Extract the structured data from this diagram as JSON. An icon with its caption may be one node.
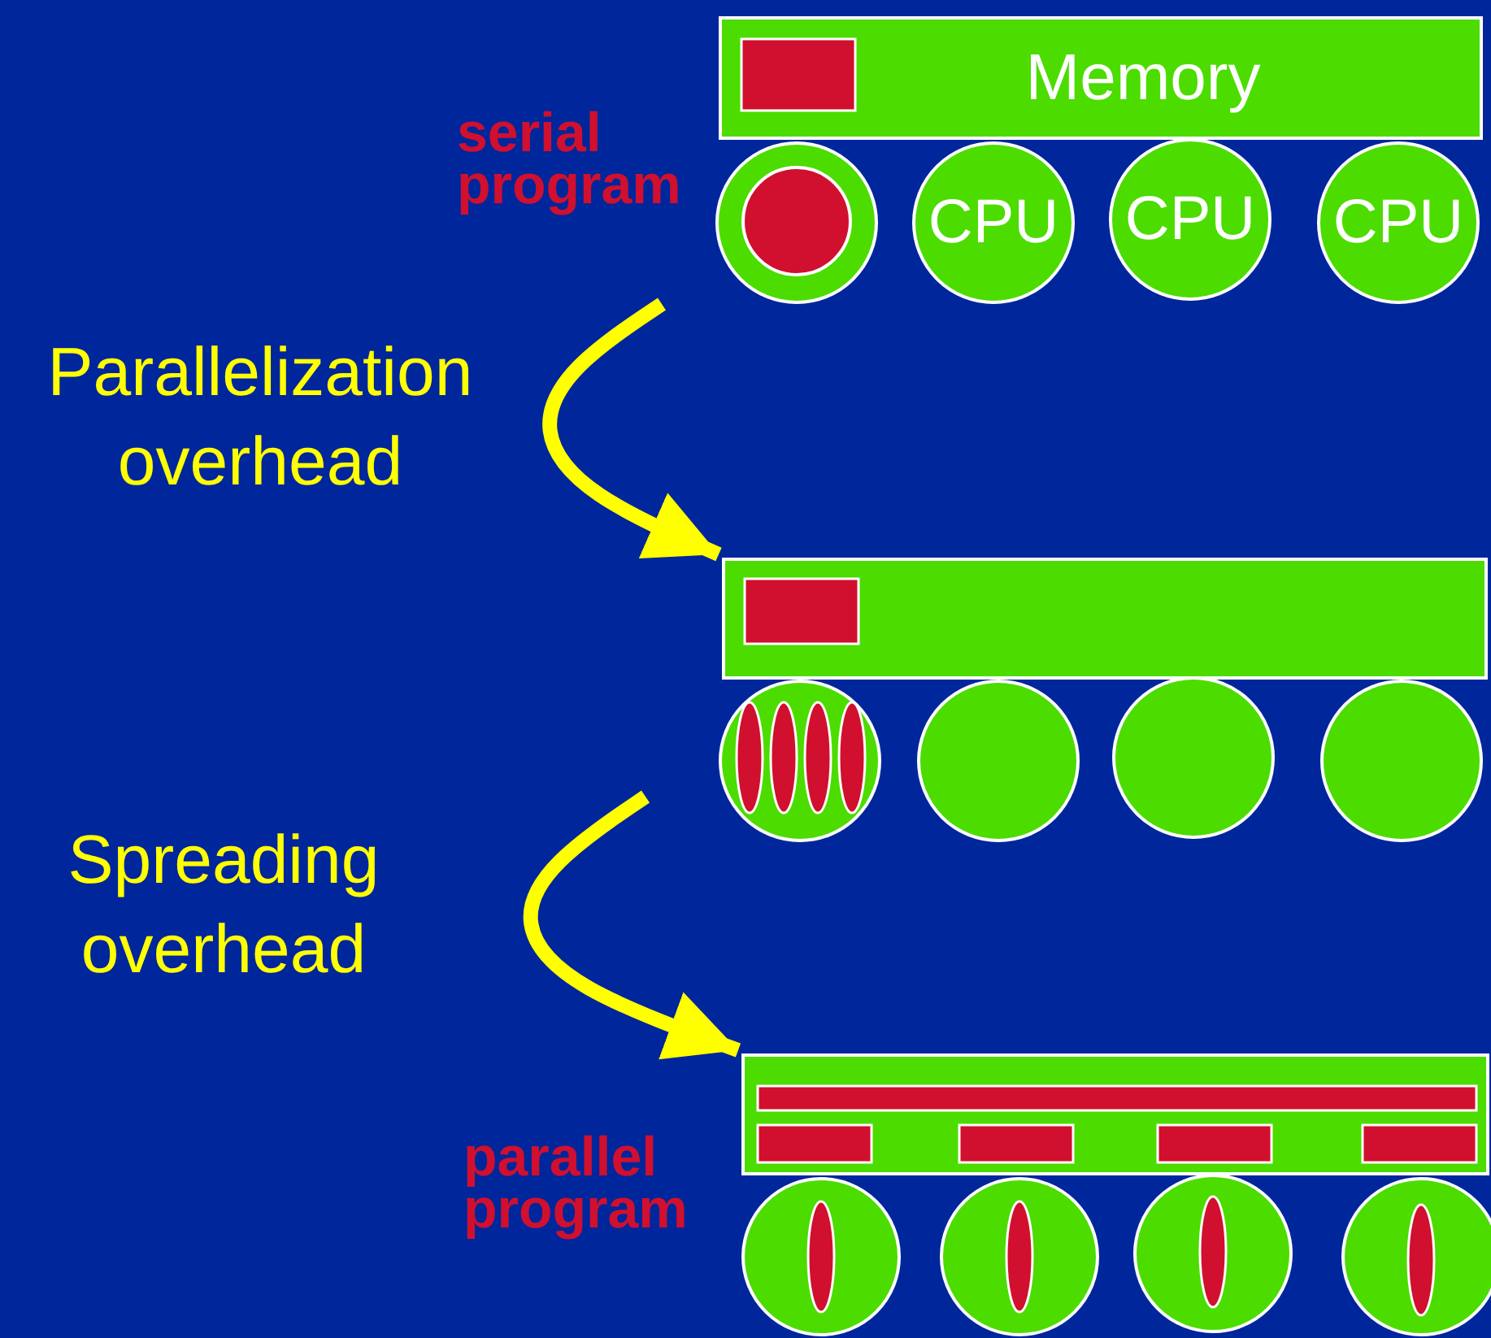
{
  "diagram": {
    "nodes": [
      {
        "text": [
          "Memory"
        ]
      },
      {
        "text": [],
        "shape": "circle"
      },
      {
        "text": [
          "CPU"
        ]
      },
      {
        "text": [
          "CPU"
        ]
      },
      {
        "text": [
          "CPU"
        ]
      },
      {
        "text": [],
        "shape": "bar"
      },
      {
        "text": [],
        "shape": "circle"
      },
      {
        "text": [],
        "shape": "circle"
      },
      {
        "text": [],
        "shape": "circle"
      },
      {
        "text": [],
        "shape": "circle"
      },
      {
        "text": [],
        "shape": "bar"
      },
      {
        "text": [],
        "shape": "circle"
      },
      {
        "text": [],
        "shape": "circle"
      },
      {
        "text": [],
        "shape": "circle"
      },
      {
        "text": [],
        "shape": "circle"
      }
    ],
    "edges": [
      {
        "from": null,
        "to": 5,
        "arrow": "to"
      },
      {
        "from": null,
        "to": 10,
        "arrow": "to"
      }
    ],
    "labels": [
      "serial program",
      "Parallelization overhead",
      "Spreading overhead",
      "parallel program"
    ]
  }
}
